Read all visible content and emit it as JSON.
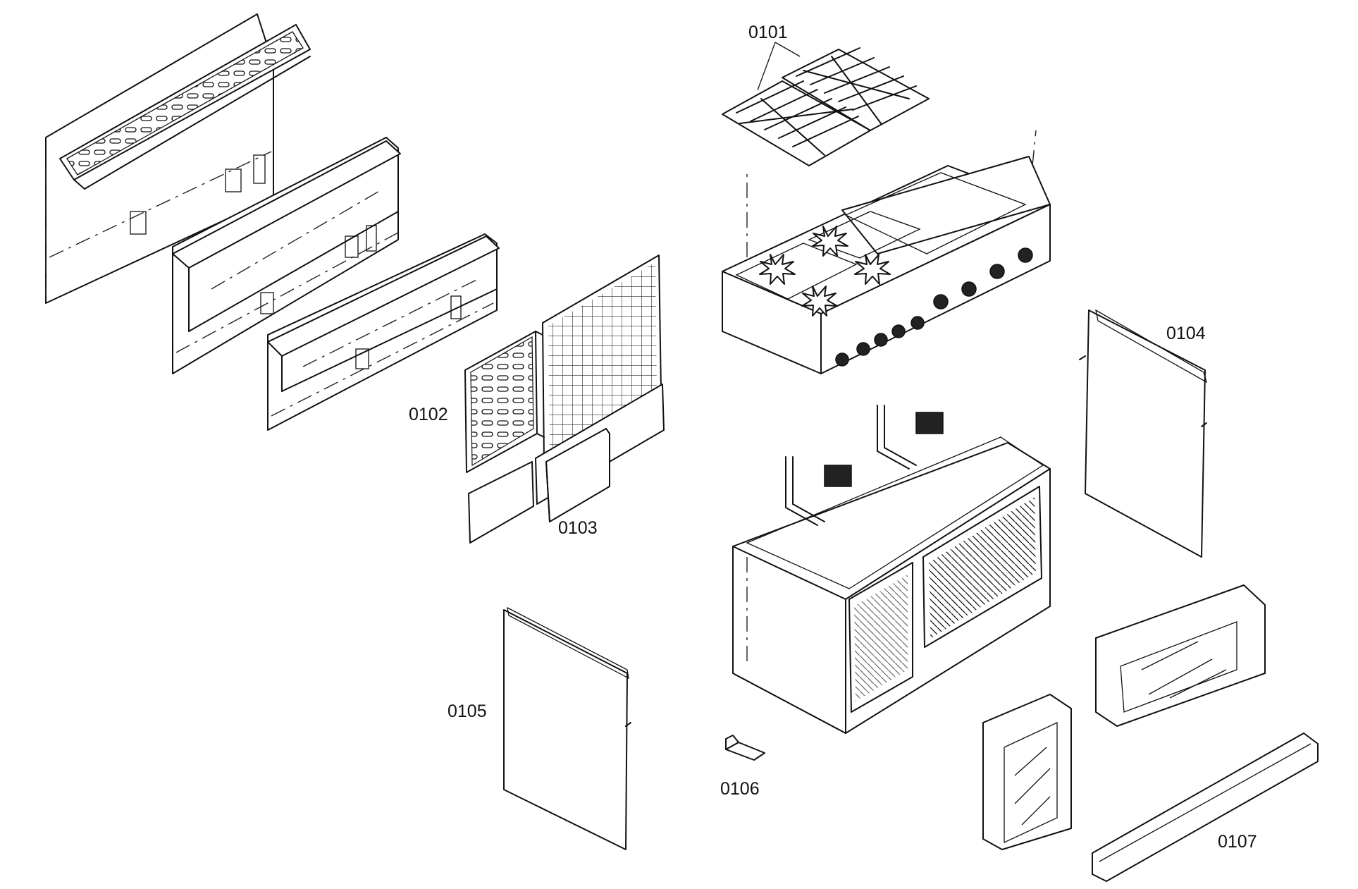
{
  "labels": {
    "p0101": "0101",
    "p0102": "0102",
    "p0103": "0103",
    "p0104": "0104",
    "p0105": "0105",
    "p0106": "0106",
    "p0107": "0107"
  }
}
